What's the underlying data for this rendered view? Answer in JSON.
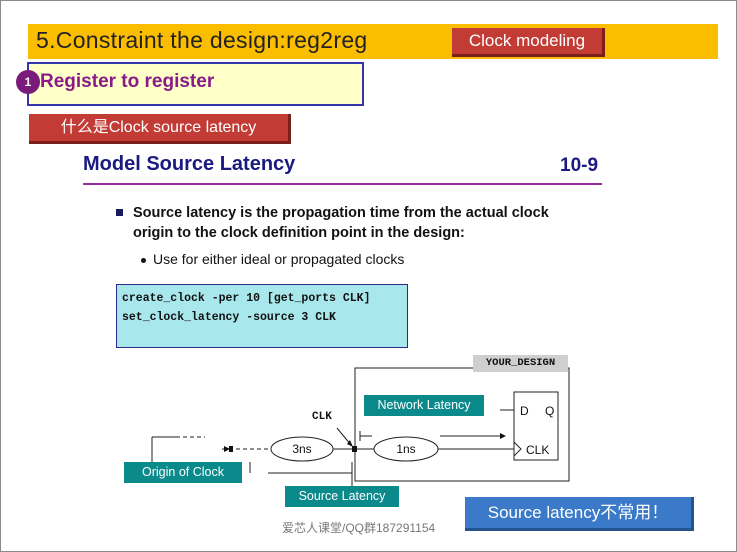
{
  "slide": {
    "title": "5.Constraint the design:reg2reg",
    "clock_badge": "Clock modeling",
    "step_number": "1",
    "subtitle": "Register to register",
    "question": "什么是Clock source latency"
  },
  "content": {
    "model_title": "Model Source Latency",
    "page_number": "10-9",
    "bullet": "Source latency is the propagation time from the actual clock origin to the clock definition point in the design:",
    "sub_bullet": "Use for either ideal or propagated clocks",
    "code_lines": [
      "create_clock -per 10 [get_ports CLK]",
      "set_clock_latency -source 3 CLK"
    ]
  },
  "diagram": {
    "design_label": "YOUR_DESIGN",
    "network_latency": "Network Latency",
    "origin_of_clock": "Origin of Clock",
    "source_latency": "Source Latency",
    "clk_port": "CLK",
    "delay_source": "3ns",
    "delay_network": "1ns",
    "ff_d": "D",
    "ff_q": "Q",
    "ff_clk": "CLK"
  },
  "footer": {
    "note": "Source latency不常用！",
    "watermark": "爱芯人课堂/QQ群187291154"
  },
  "colors": {
    "title_bar": "#fbbd00",
    "red_badge": "#c33b35",
    "subtitle_fill": "#ffffc8",
    "subtitle_border": "#3535b0",
    "navy_text": "#1a1a80",
    "teal_badge": "#0b8a8c",
    "code_fill": "#a8e8ec",
    "blue_note": "#3a7ac8"
  }
}
